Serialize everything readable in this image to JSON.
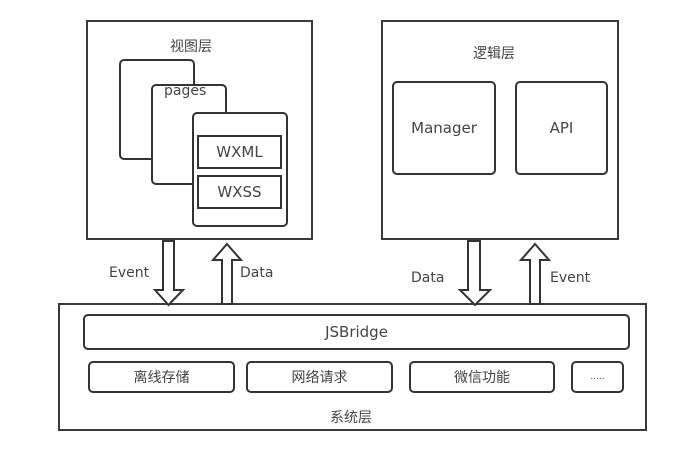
{
  "view_layer": {
    "title": "视图层",
    "pages_label": "pages",
    "files": [
      "WXML",
      "WXSS"
    ]
  },
  "logic_layer": {
    "title": "逻辑层",
    "modules": [
      "Manager",
      "API"
    ]
  },
  "arrows": {
    "left_down": "Event",
    "left_up": "Data",
    "right_down": "Data",
    "right_up": "Event"
  },
  "system_layer": {
    "title": "系统层",
    "bridge": "JSBridge",
    "modules": [
      "离线存储",
      "网络请求",
      "微信功能",
      "....."
    ]
  },
  "colors": {
    "stroke": "#333333",
    "text": "#444444",
    "background": "#ffffff"
  }
}
